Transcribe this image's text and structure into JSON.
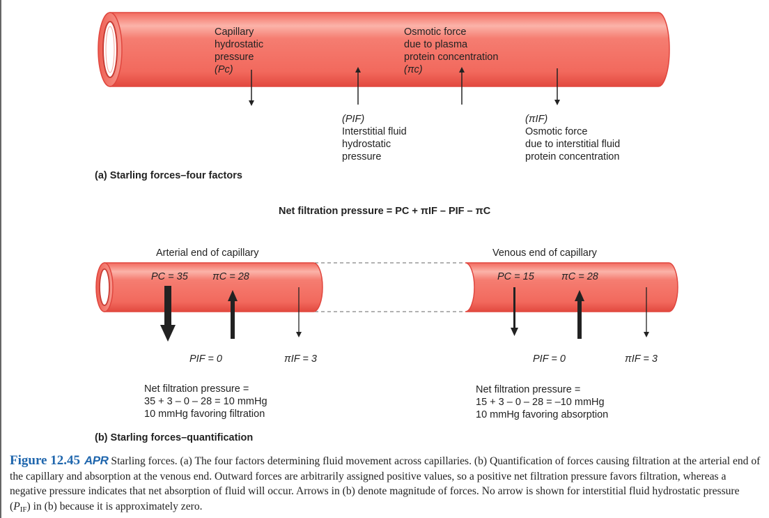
{
  "panel_a": {
    "labels": {
      "pc_lines": [
        "Capillary",
        "hydrostatic",
        "pressure"
      ],
      "pc_symbol": "(Pc)",
      "osm_plasma_lines": [
        "Osmotic force",
        "due to plasma",
        "protein concentration"
      ],
      "osm_plasma_symbol": "(πc)",
      "pif_symbol": "(PIF)",
      "pif_lines": [
        "Interstitial fluid",
        "hydrostatic",
        "pressure"
      ],
      "osm_if_symbol": "(πIF)",
      "osm_if_lines": [
        "Osmotic force",
        "due to interstitial fluid",
        "protein concentration"
      ]
    },
    "title": "(a) Starling forces–four factors"
  },
  "equation": "Net filtration pressure = PC + πIF – PIF – πC",
  "panel_b": {
    "arterial": {
      "title": "Arterial end of capillary",
      "pc_label": "PC = 35",
      "pic_label": "πC = 28",
      "pif_label": "PIF = 0",
      "piif_label": "πIF = 3",
      "net": [
        "Net filtration pressure =",
        "35 + 3 – 0 – 28 = 10 mmHg",
        "10 mmHg favoring filtration"
      ]
    },
    "venous": {
      "title": "Venous end of capillary",
      "pc_label": "PC = 15",
      "pic_label": "πC = 28",
      "pif_label": "PIF = 0",
      "piif_label": "πIF = 3",
      "net": [
        "Net filtration pressure =",
        "15 + 3 – 0 – 28 = –10 mmHg",
        "10 mmHg favoring absorption"
      ]
    },
    "title": "(b) Starling forces–quantification"
  },
  "caption": {
    "figure_number": "Figure 12.45",
    "apr": "APR",
    "text": "Starling forces. (a) The four factors determining fluid movement across capillaries. (b) Quantification of forces causing filtration at the arterial end of the capillary and absorption at the venous end. Outward forces are arbitrarily assigned positive values, so a positive net filtration pressure favors filtration, whereas a negative pressure indicates that net absorption of fluid will occur. Arrows in (b) denote magnitude of forces. No arrow is shown for interstitial fluid hydrostatic pressure (",
    "text_symbol": "P",
    "text_symbol_sub": "IF",
    "text_end": ") in (b) because it is approximately zero."
  },
  "colors": {
    "vessel_fill": "#f47a6e",
    "vessel_edge": "#e0463e",
    "vessel_highlight": "#fbb9b0",
    "lumen": "#ffffff",
    "caption_blue": "#1f66ad",
    "text": "#222222"
  }
}
